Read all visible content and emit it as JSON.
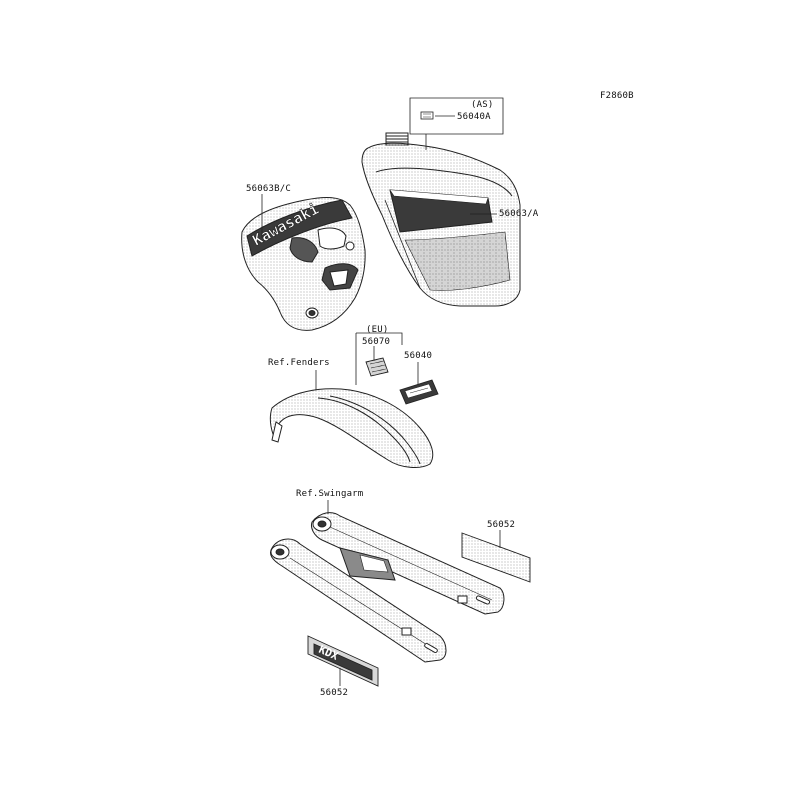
{
  "figure_code": "F2860B",
  "callouts": {
    "as_note": "(AS)",
    "part_56040A": "56040A",
    "part_56063BC": "56063B/C",
    "part_56063A": "56063/A",
    "eu_note": "(EU)",
    "part_56070": "56070",
    "part_56040": "56040",
    "ref_fenders": "Ref.Fenders",
    "ref_swingarm": "Ref.Swingarm",
    "part_56052_right": "56052",
    "part_56052_bottom": "56052"
  },
  "decals": {
    "shroud_logo": "Kawasaki",
    "swingarm_logo": "KDX"
  },
  "colors": {
    "line": "#222222",
    "stipple": "#9a9a9a",
    "dark_band": "#3a3a3a"
  }
}
